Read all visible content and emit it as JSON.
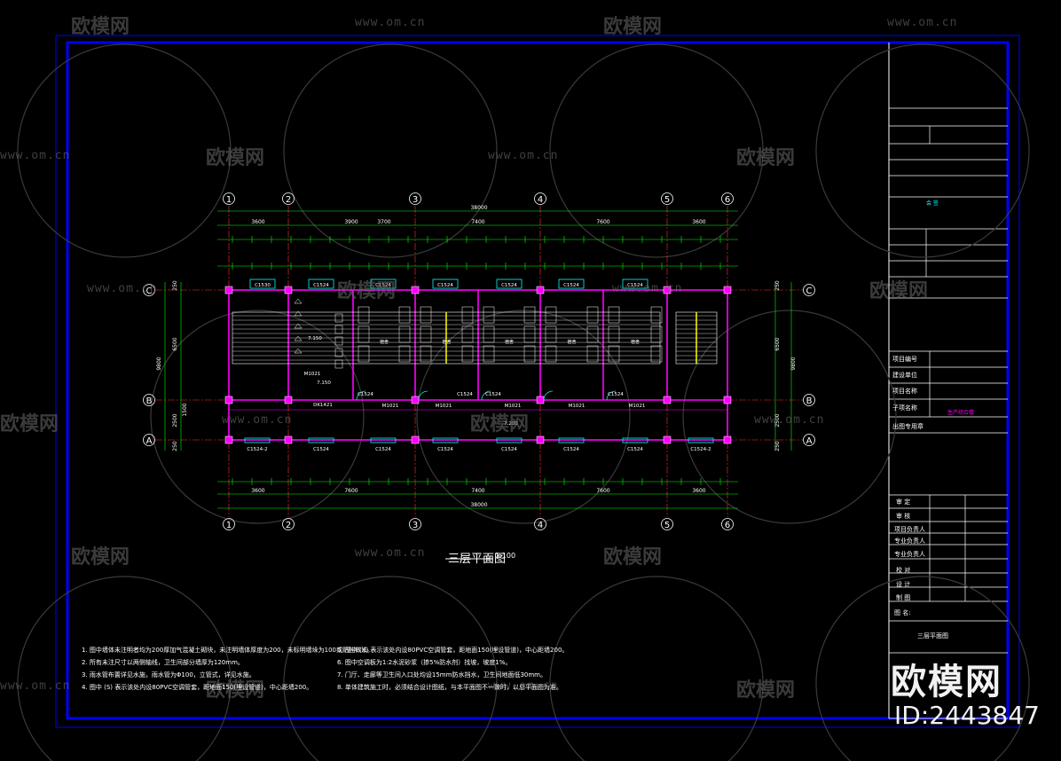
{
  "watermark": {
    "logo_text": "欧模网",
    "url_text": "www.om.cn",
    "big_text": "欧模网",
    "id_text": "ID:2443847"
  },
  "drawing": {
    "title": "三层平面图",
    "scale": "1:100",
    "axes_top": [
      "1",
      "2",
      "3",
      "4",
      "5",
      "6"
    ],
    "axes_side": [
      "C",
      "B",
      "A"
    ],
    "dims_overall": "38000",
    "dims_row1": [
      "3600",
      "3900",
      "3700",
      "7400",
      "7600",
      "3600"
    ],
    "dims_bottom1": [
      "3600",
      "7600",
      "7400",
      "7600",
      "3600"
    ],
    "side_dims_left": [
      "250",
      "6500",
      "9800",
      "2500",
      "1500",
      "250"
    ],
    "side_dims_right": [
      "250",
      "6500",
      "9800",
      "2500",
      "250"
    ],
    "windows_top": [
      "C1530",
      "C1524",
      "C1524",
      "C1524",
      "C1524",
      "C1524",
      "C1524"
    ],
    "windows_mid": [
      "C1524",
      "C1524",
      "C1524",
      "C1524"
    ],
    "windows_bottom": [
      "C1524-2",
      "C1524",
      "C1524",
      "C1524",
      "C1524",
      "C1524",
      "C1524",
      "C1524-2"
    ],
    "doors": [
      "M1021",
      "M1021",
      "M1021",
      "M1021",
      "M1021"
    ],
    "door_left": "DK1421",
    "door_wc": "M1021",
    "elevations": [
      "7.150",
      "7.150",
      "7.200"
    ],
    "room_label": "宿舍"
  },
  "notes_left": [
    "1. 图中墙体未注明者均为200厚加气混凝土砌块，未注明墙体厚度为200，未标明墙垛为100或贴柱做法。",
    "2. 所有未注尺寸以两侧轴线，卫生间部分墙厚为120mm。",
    "3. 雨水管布置详见水施，雨水管为Φ100，立管式，详见水施。",
    "4. 图中 (S) 表示该处内设80PVC空调管套，距地面150(埋设管道)，中心距墙200。"
  ],
  "notes_right": [
    "5. 图中 (K) 表示该处内设80PVC空调管套，距地面150(埋设管道)，中心距墙200。",
    "6. 图中空调板为1:2水泥砂浆（掺5%防水剂）找坡，坡度1%。",
    "7. 门厅、走廊等卫生间入口处均设15mm防水挡水，卫生间地面低30mm。",
    "8. 单体建筑施工时，必须结合设计图纸，与本平面图不一致时，以总平面图为准。"
  ],
  "title_block": {
    "labels": [
      "项目编号",
      "建设单位",
      "项目名称",
      "子项名称",
      "出图专用章",
      "审 定",
      "审 核",
      "项目负责人",
      "专业负责人",
      "专业负责人",
      "校 对",
      "设 计",
      "制 图",
      "图 名:"
    ],
    "subitem_value": "生产综合楼",
    "drawing_name": "三层平面图",
    "section_header": "会 签"
  }
}
